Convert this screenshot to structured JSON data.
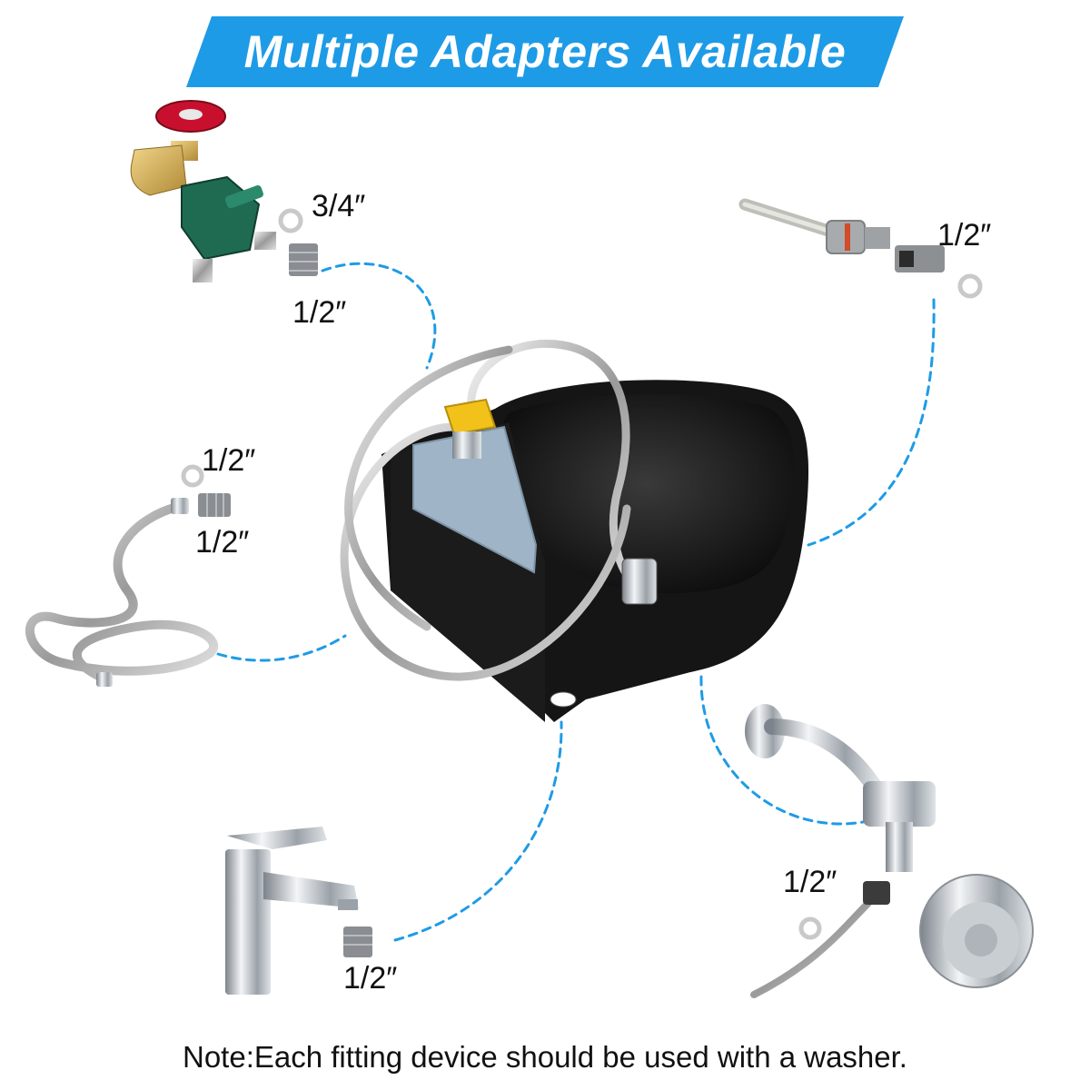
{
  "banner": {
    "title": "Multiple Adapters Available",
    "color": "#1e9be6"
  },
  "labels": {
    "spigot_outlet": "3/4″",
    "spigot_adapter": "1/2″",
    "pipe_adapter": "1/2″",
    "hose_washer": "1/2″",
    "hose_adapter": "1/2″",
    "faucet_adapter": "1/2″",
    "shower_adapter": "1/2″"
  },
  "note": "Note:Each fitting device should be used with a washer.",
  "connector_color": "#1e9be6",
  "icons": [
    "garden-spigot-icon",
    "water-pipe-icon",
    "braided-hose-icon",
    "waterer-bowl-icon",
    "basin-faucet-icon",
    "shower-head-icon"
  ]
}
